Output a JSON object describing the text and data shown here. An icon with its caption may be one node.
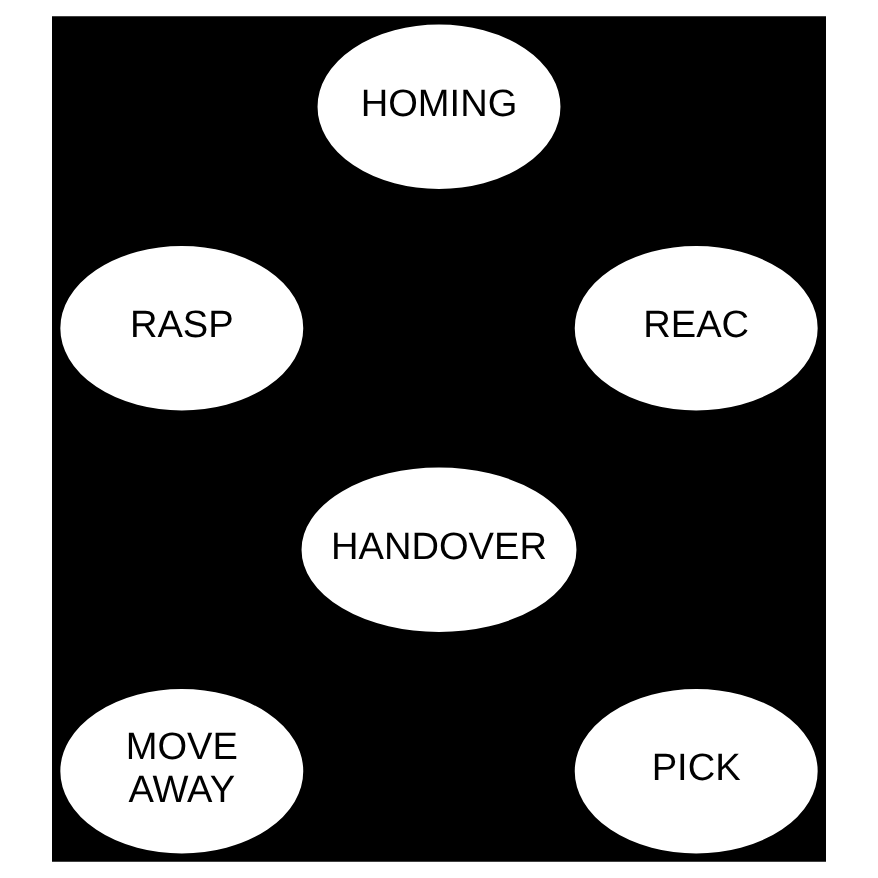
{
  "diagram": {
    "nodes": [
      {
        "text": [
          "HOMING"
        ]
      },
      {
        "text": [
          "RASP"
        ]
      },
      {
        "text": [
          "REAC"
        ]
      },
      {
        "text": [
          "HANDOVER"
        ]
      },
      {
        "text": [
          "MOVE AWAY"
        ]
      },
      {
        "text": [
          "PICK"
        ]
      }
    ]
  }
}
